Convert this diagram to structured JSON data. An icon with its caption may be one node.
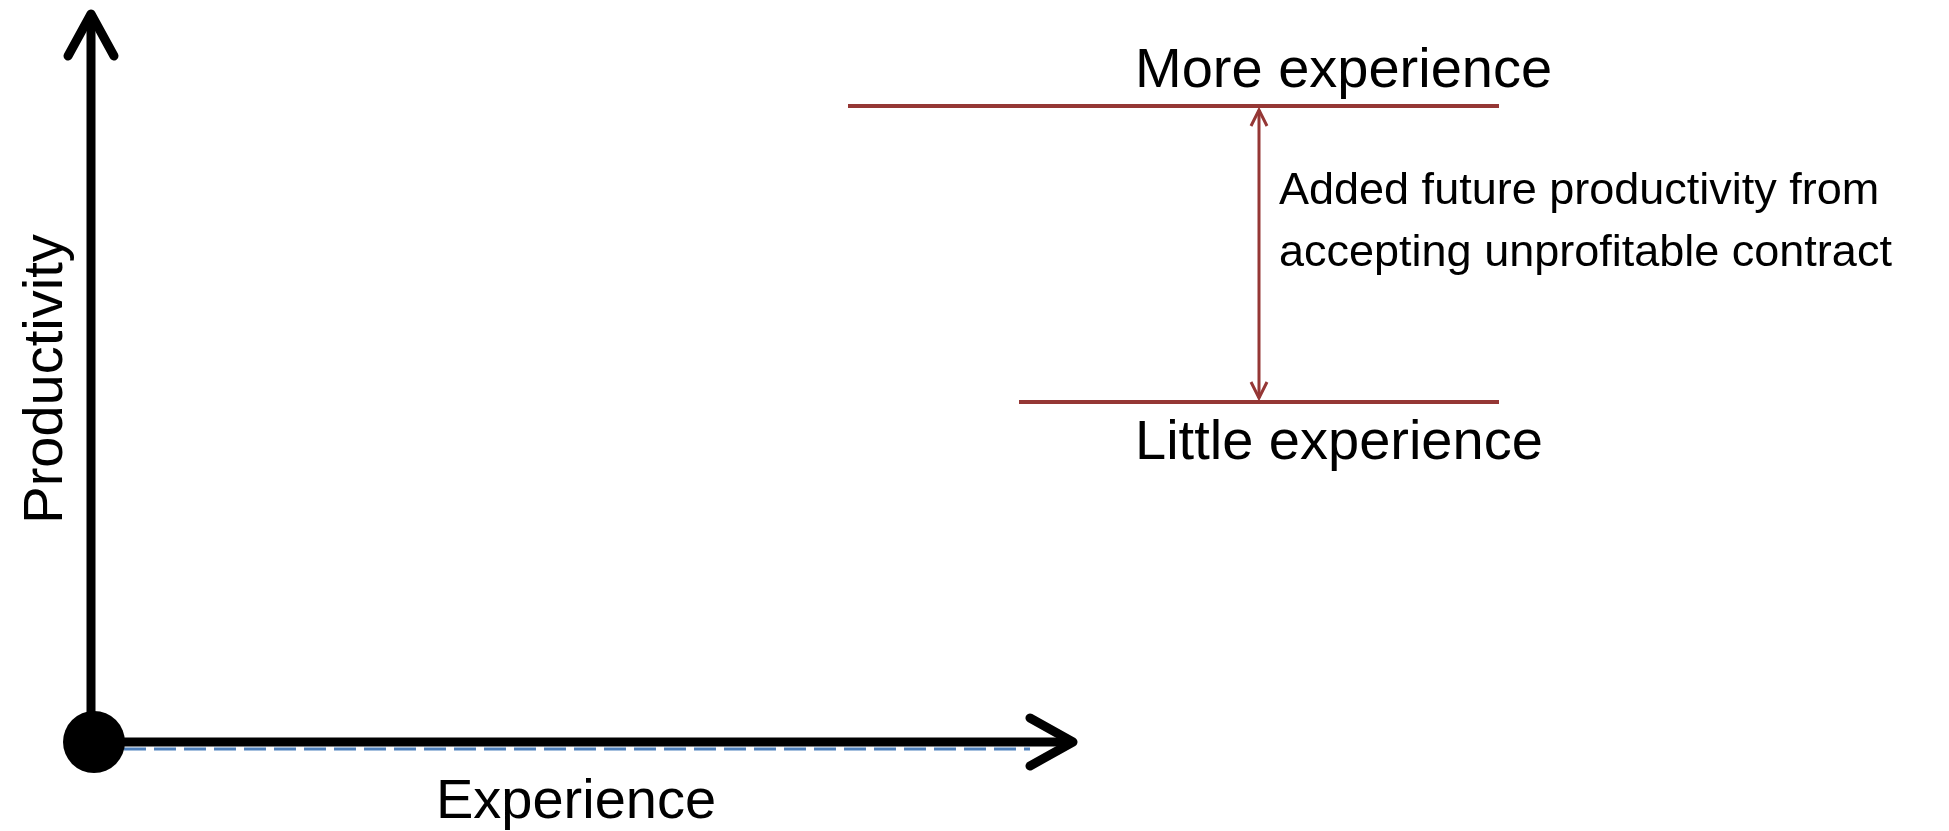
{
  "diagram": {
    "nodes": [
      {
        "text": [
          "More experience"
        ]
      },
      {
        "text": [
          "Little experience"
        ]
      }
    ],
    "edges": [
      {
        "from": 0,
        "to": 1,
        "arrow": "both",
        "label": "Added future productivity from accepting unprofitable contract",
        "color": "#953735"
      }
    ],
    "labels": [
      "Productivity",
      "Experience"
    ]
  }
}
